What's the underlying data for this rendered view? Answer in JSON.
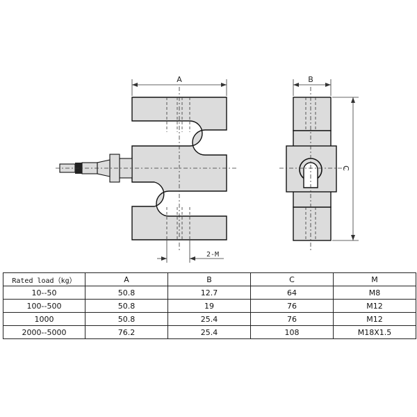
{
  "drawing": {
    "front_label_A": "A",
    "bottom_label_M": "2-M",
    "side_label_B": "B",
    "side_label_C": "C",
    "body_color": "#dcdcdc",
    "outline_color": "#111111"
  },
  "table": {
    "headers": [
      "Rated load（kg）",
      "A",
      "B",
      "C",
      "M"
    ],
    "rows": [
      [
        "10--50",
        "50.8",
        "12.7",
        "64",
        "M8"
      ],
      [
        "100--500",
        "50.8",
        "19",
        "76",
        "M12"
      ],
      [
        "1000",
        "50.8",
        "25.4",
        "76",
        "M12"
      ],
      [
        "2000--5000",
        "76.2",
        "25.4",
        "108",
        "M18X1.5"
      ]
    ]
  }
}
